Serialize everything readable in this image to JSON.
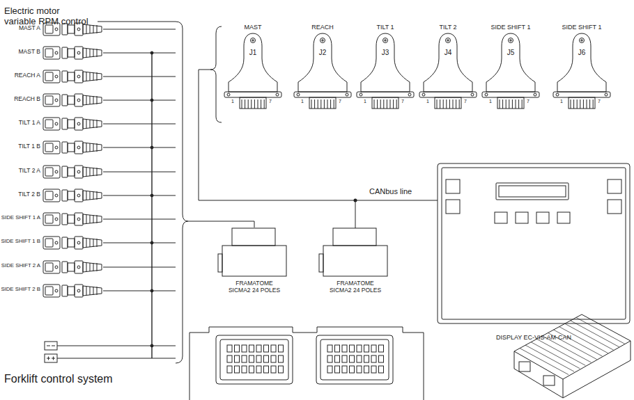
{
  "diagram": {
    "title": "Electric motor variable RPM control",
    "caption": "Forklift control system",
    "nodes": [
      {
        "text": [
          "MAST A"
        ]
      },
      {
        "text": [
          "MAST B"
        ]
      },
      {
        "text": [
          "REACH A"
        ]
      },
      {
        "text": [
          "REACH B"
        ]
      },
      {
        "text": [
          "TILT 1 A"
        ]
      },
      {
        "text": [
          "TILT 1 B"
        ]
      },
      {
        "text": [
          "TILT 2 A"
        ]
      },
      {
        "text": [
          "TILT 2 B"
        ]
      },
      {
        "text": [
          "SIDE SHIFT 1 A"
        ]
      },
      {
        "text": [
          "SIDE SHIFT 1 B"
        ]
      },
      {
        "text": [
          "SIDE SHIFT 2 A"
        ]
      },
      {
        "text": [
          "SIDE SHIFT 2 B"
        ]
      },
      {
        "text": [
          "MAST",
          "J1"
        ]
      },
      {
        "text": [
          "REACH",
          "J2"
        ]
      },
      {
        "text": [
          "TILT 1",
          "J3"
        ]
      },
      {
        "text": [
          "TILT 2",
          "J4"
        ]
      },
      {
        "text": [
          "SIDE SHIFT 1",
          "J5"
        ]
      },
      {
        "text": [
          "SIDE SHIFT 1",
          "J6"
        ]
      },
      {
        "text": [
          "DISPLAY EC-VIS-AM-CAN"
        ]
      },
      {
        "text": [
          "FRAMATOME SICMA2 24 POLES"
        ]
      },
      {
        "text": [
          "FRAMATOME SICMA2 24 POLES"
        ]
      }
    ],
    "edges": [
      {
        "from": 20,
        "to": 18,
        "arrow": "none",
        "label": "CANbus line"
      }
    ],
    "labels": [
      "1",
      "7",
      "1",
      "7",
      "1",
      "7",
      "1",
      "7",
      "1",
      "7",
      "1",
      "7"
    ]
  }
}
